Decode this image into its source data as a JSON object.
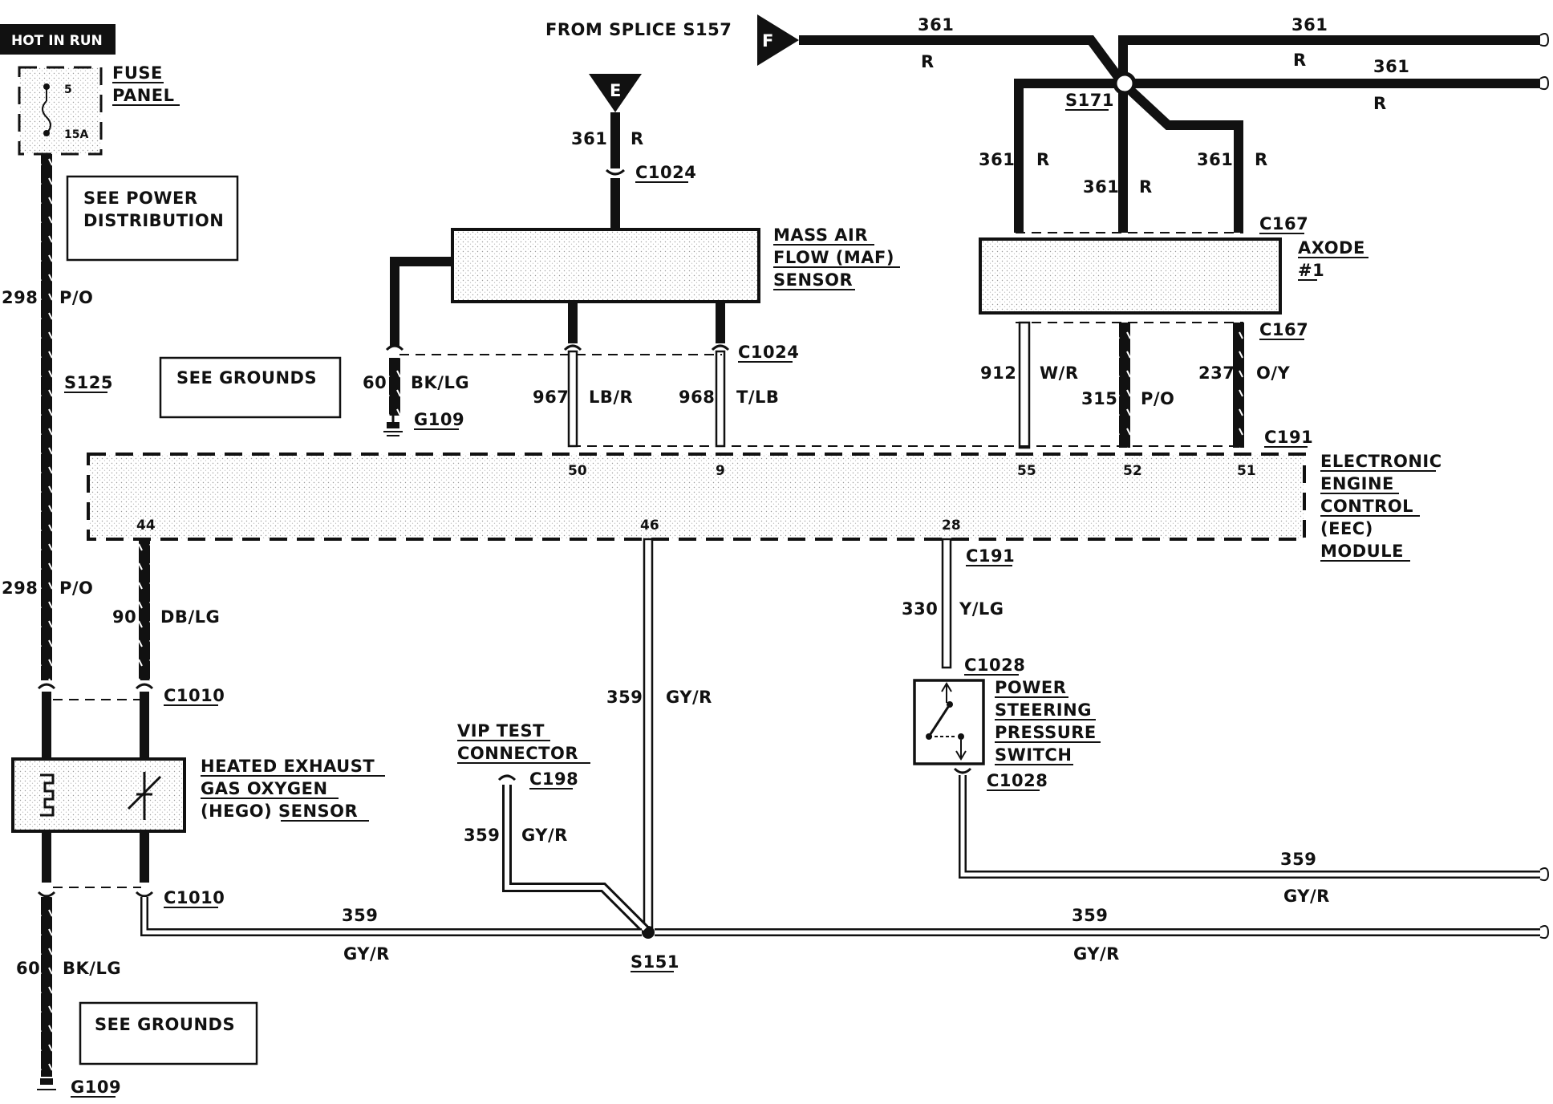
{
  "header": {
    "hot_in_run": "HOT IN RUN",
    "from_splice": "FROM SPLICE S157"
  },
  "connectors": {
    "flag_f": "F",
    "flag_e": "E"
  },
  "fuse_panel": {
    "label_line1": "FUSE",
    "label_line2": "PANEL",
    "fuse_number": "5",
    "fuse_rating": "15A"
  },
  "notes": {
    "see_power_line1": "SEE POWER",
    "see_power_line2": "DISTRIBUTION",
    "see_grounds_1": "SEE GROUNDS",
    "see_grounds_2": "SEE GROUNDS"
  },
  "components": {
    "maf_line1": "MASS AIR",
    "maf_line2": "FLOW (MAF)",
    "maf_line3": "SENSOR",
    "axode_line1": "AXODE",
    "axode_line2": "#1",
    "eec_line1": "ELECTRONIC",
    "eec_line2": "ENGINE",
    "eec_line3": "CONTROL",
    "eec_line4": "(EEC)",
    "eec_line5": "MODULE",
    "hego_line1": "HEATED EXHAUST",
    "hego_line2": "GAS OXYGEN",
    "hego_line3": "(HEGO)  SENSOR",
    "vip_line1": "VIP TEST",
    "vip_line2": "CONNECTOR",
    "ps_line1": "POWER",
    "ps_line2": "STEERING",
    "ps_line3": "PRESSURE",
    "ps_line4": "SWITCH"
  },
  "refs": {
    "c1024_top": "C1024",
    "c1024_bot": "C1024",
    "c167_top": "C167",
    "c167_bot": "C167",
    "c191_top": "C191",
    "c191_bot": "C191",
    "c1010_top": "C1010",
    "c1010_bot": "C1010",
    "c1028_top": "C1028",
    "c1028_bot": "C1028",
    "c198": "C198",
    "s125": "S125",
    "s171": "S171",
    "s151": "S151",
    "g109_top": "G109",
    "g109_bot": "G109"
  },
  "pins": {
    "p50": "50",
    "p9": "9",
    "p55": "55",
    "p52": "52",
    "p51": "51",
    "p44": "44",
    "p46": "46",
    "p28": "28"
  },
  "wires": {
    "w298_a_num": "298",
    "w298_a_col": "P/O",
    "w298_b_num": "298",
    "w298_b_col": "P/O",
    "w60_a_num": "60",
    "w60_a_col": "BK/LG",
    "w60_b_num": "60",
    "w60_b_col": "BK/LG",
    "w361_e_num": "361",
    "w361_e_col": "R",
    "w361_f1_num": "361",
    "w361_f1_col": "R",
    "w361_f2_num": "361",
    "w361_f2_col": "R",
    "w361_f3_num": "361",
    "w361_f3_col": "R",
    "w361_d1_num": "361",
    "w361_d1_col": "R",
    "w361_d2_num": "361",
    "w361_d2_col": "R",
    "w361_d3_num": "361",
    "w361_d3_col": "R",
    "w967_num": "967",
    "w967_col": "LB/R",
    "w968_num": "968",
    "w968_col": "T/LB",
    "w912_num": "912",
    "w912_col": "W/R",
    "w315_num": "315",
    "w315_col": "P/O",
    "w237_num": "237",
    "w237_col": "O/Y",
    "w90_num": "90",
    "w90_col": "DB/LG",
    "w359_main_num": "359",
    "w359_main_col": "GY/R",
    "w359_vip_num": "359",
    "w359_vip_col": "GY/R",
    "w330_num": "330",
    "w330_col": "Y/LG",
    "w359_bl_num": "359",
    "w359_bl_col": "GY/R",
    "w359_br_num": "359",
    "w359_br_col": "GY/R",
    "w359_ps_num": "359",
    "w359_ps_col": "GY/R"
  }
}
